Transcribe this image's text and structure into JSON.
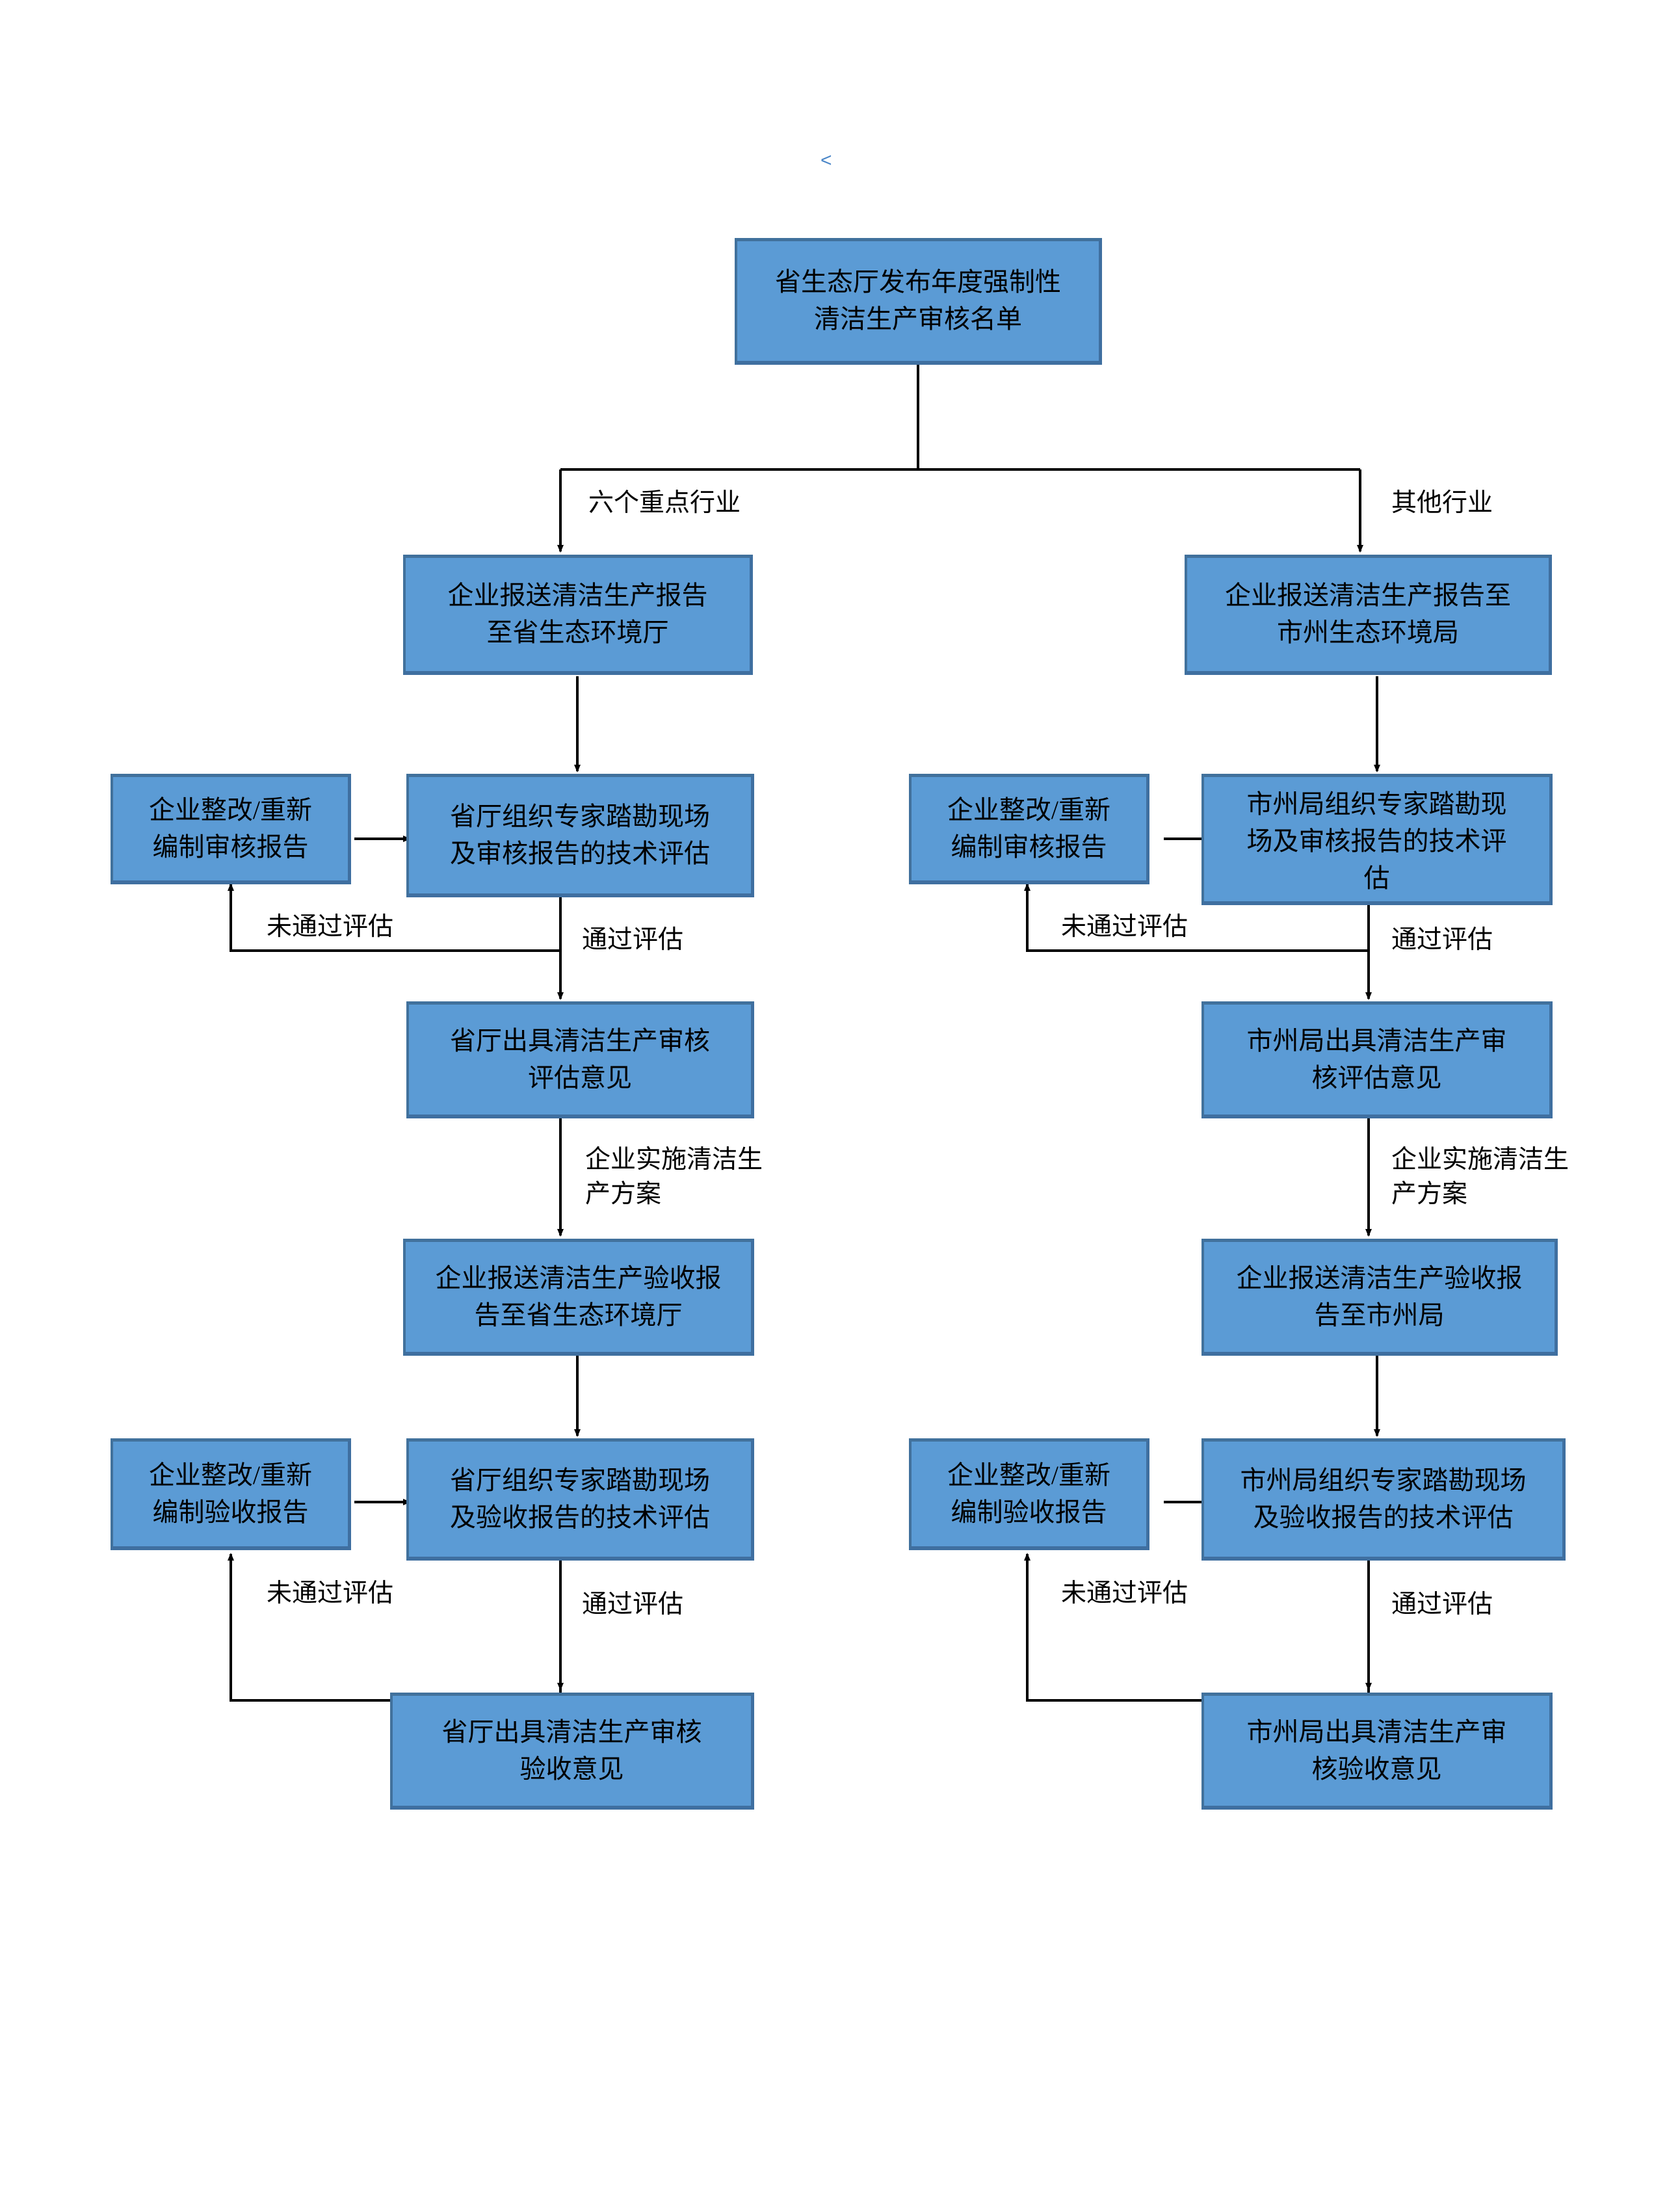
{
  "diagram": {
    "title_node": {
      "id": "provincial-list",
      "text": "省生态厅发布年度强制性\n清洁生产审核名单"
    },
    "branch_labels": {
      "left": "六个重点行业",
      "right": "其他行业"
    },
    "left_branch": {
      "submit_report": "企业报送清洁生产报告\n至省生态环境厅",
      "rectify_audit": "企业整改/重新\n编制审核报告",
      "expert_audit_review": "省厅组织专家踏勘现场\n及审核报告的技术评估",
      "audit_opinion": "省厅出具清洁生产审核\n评估意见",
      "submit_acceptance": "企业报送清洁生产验收报\n告至省生态环境厅",
      "rectify_acceptance": "企业整改/重新\n编制验收报告",
      "expert_acceptance_review": "省厅组织专家踏勘现场\n及验收报告的技术评估",
      "acceptance_opinion": "省厅出具清洁生产审核\n验收意见"
    },
    "right_branch": {
      "submit_report": "企业报送清洁生产报告至\n市州生态环境局",
      "rectify_audit": "企业整改/重新\n编制审核报告",
      "expert_audit_review": "市州局组织专家踏勘现\n场及审核报告的技术评\n估",
      "audit_opinion": "市州局出具清洁生产审\n核评估意见",
      "submit_acceptance": "企业报送清洁生产验收报\n告至市州局",
      "rectify_acceptance": "企业整改/重新\n编制验收报告",
      "expert_acceptance_review": "市州局组织专家踏勘现场\n及验收报告的技术评估",
      "acceptance_opinion": "市州局出具清洁生产审\n核验收意见"
    },
    "flow_labels": {
      "fail_audit_left": "未通过评估",
      "pass_audit_left": "通过评估",
      "fail_audit_right": "未通过评估",
      "pass_audit_right": "通过评估",
      "implement_left": "企业实施清洁生\n产方案",
      "implement_right": "企业实施清洁生\n产方案",
      "fail_acceptance_left": "未通过评估",
      "pass_acceptance_left": "通过评估",
      "fail_acceptance_right": "未通过评估",
      "pass_acceptance_right": "通过评估"
    },
    "stray_mark": "<",
    "colors": {
      "node_fill": "#5B9BD5",
      "node_border": "#41719C",
      "connector": "#000000",
      "background": "#ffffff",
      "stray_mark": "#4A86C8"
    }
  }
}
